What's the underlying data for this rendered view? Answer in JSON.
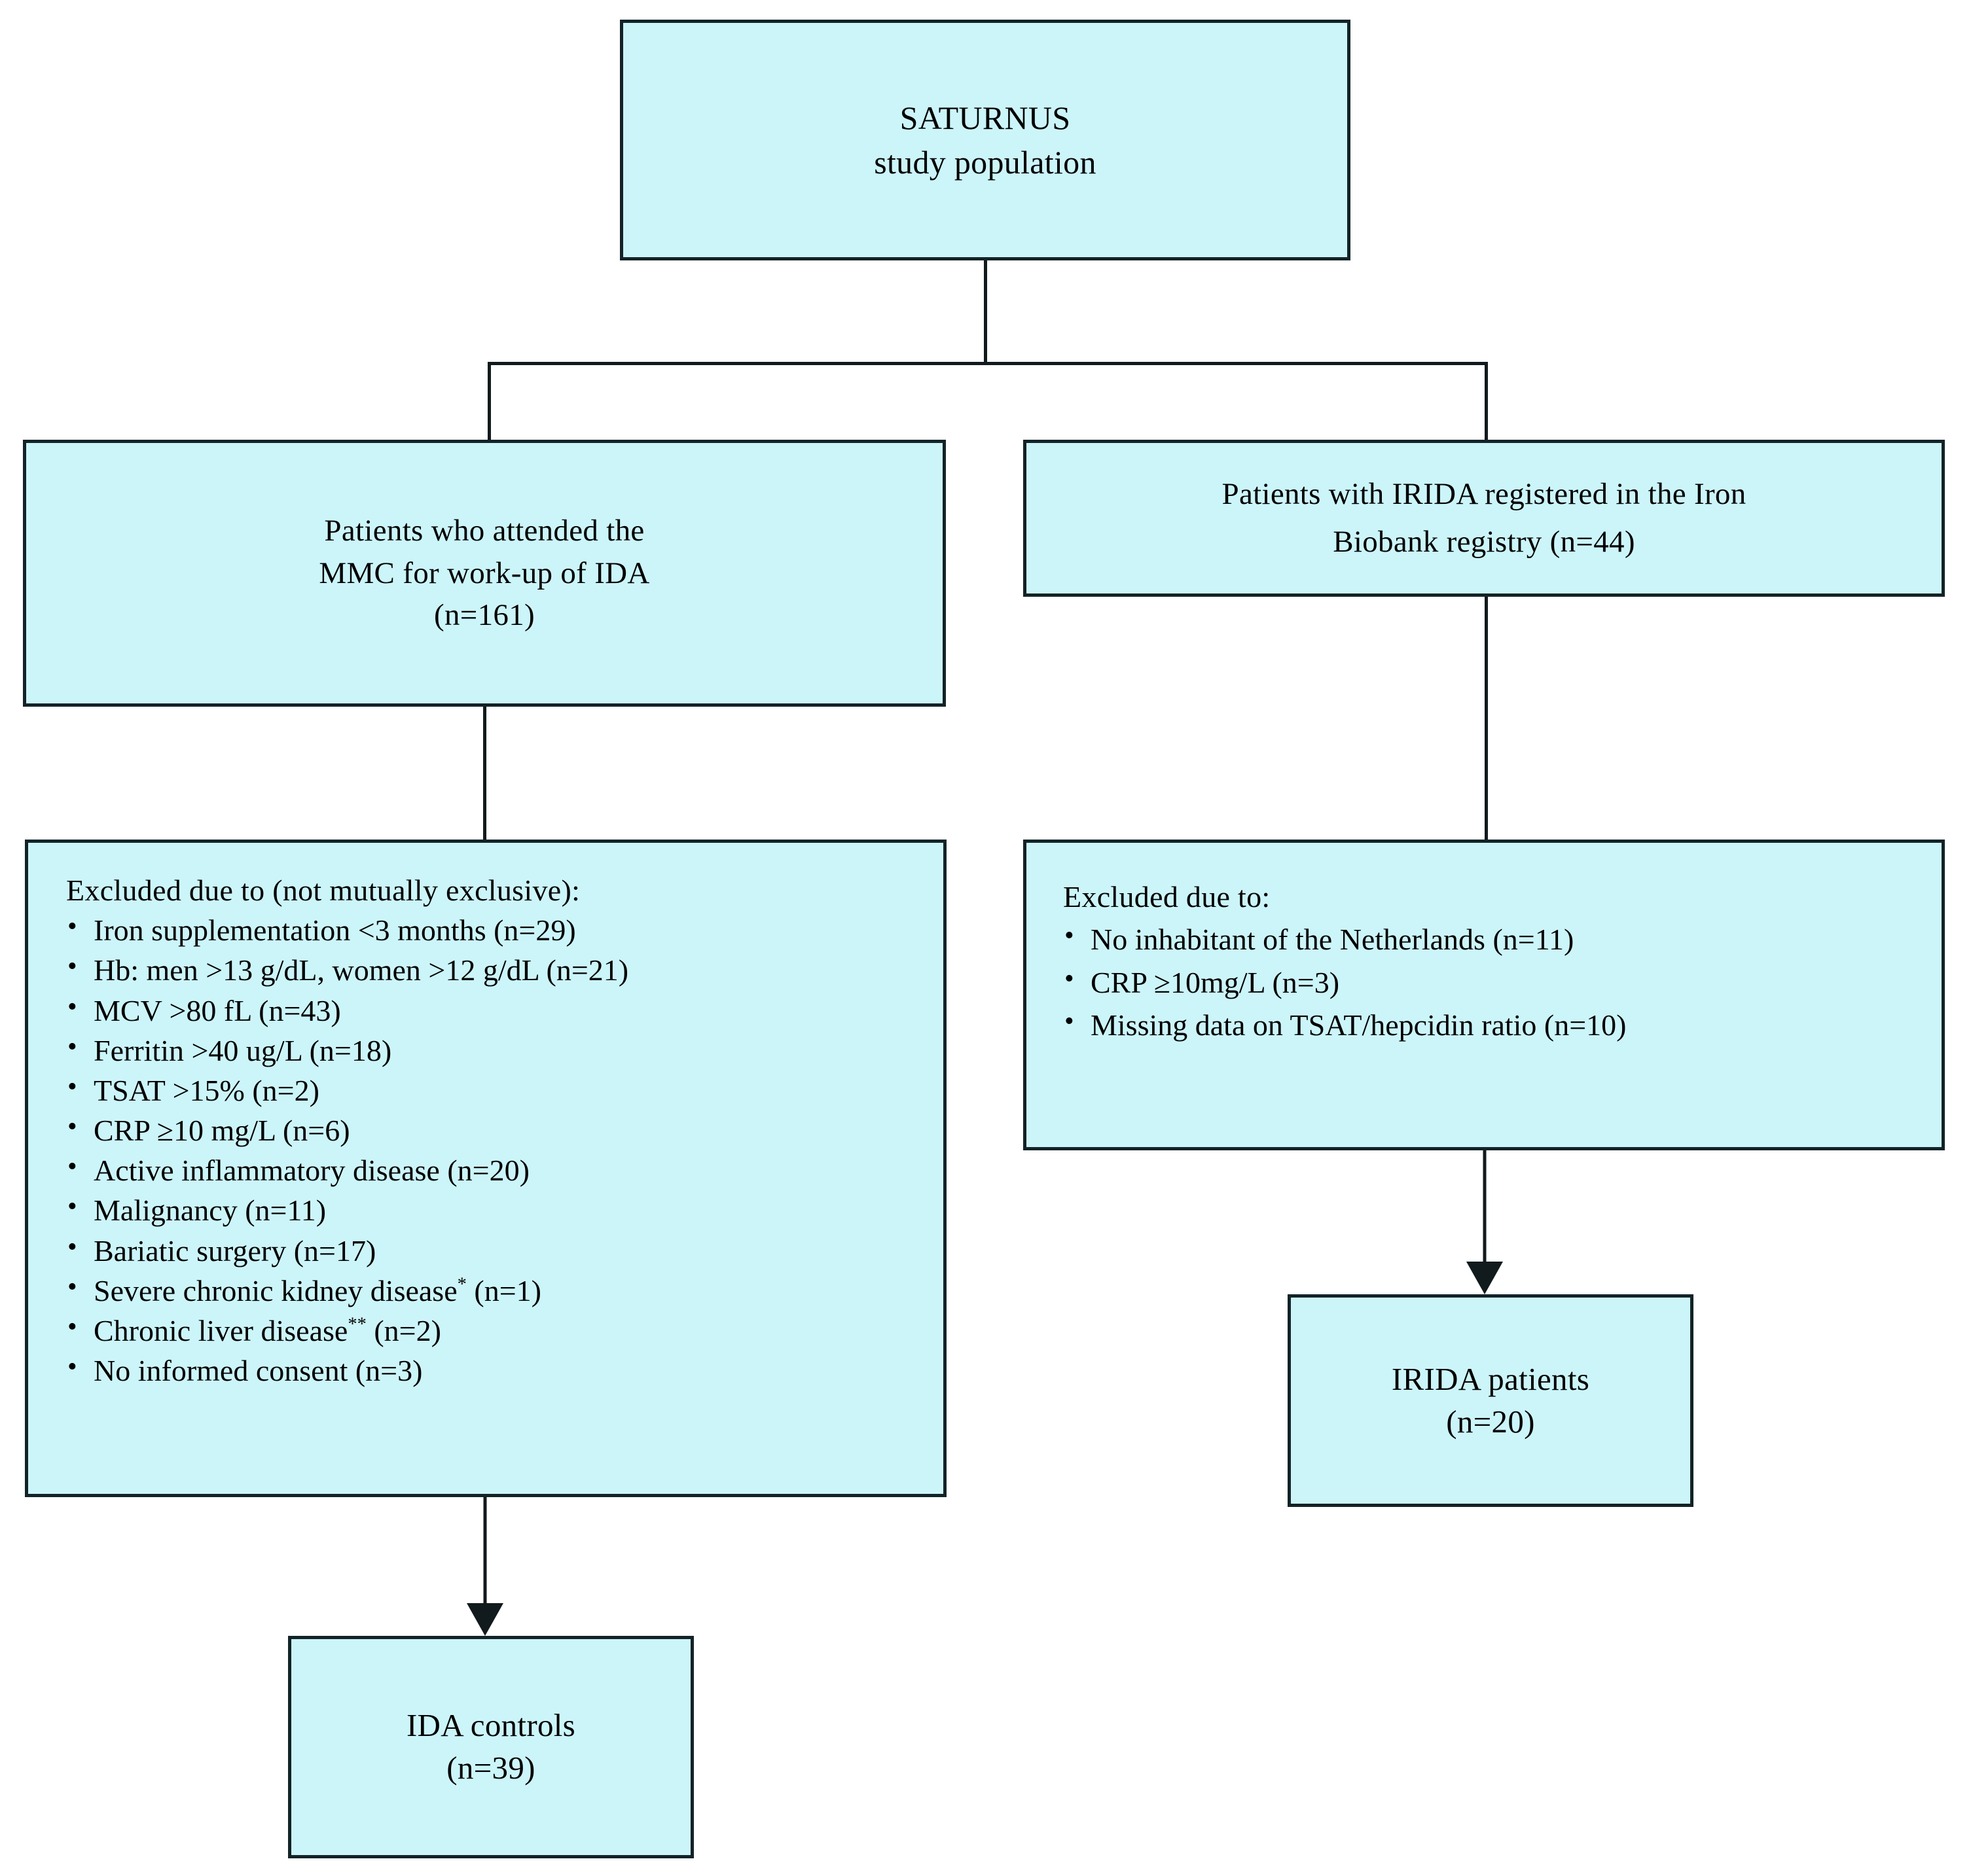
{
  "figure": {
    "type": "flowchart",
    "title": "Study population flow diagram",
    "box_fill_color": "#ccf5fa",
    "box_border_color": "#132327",
    "connector_color": "#111a1c",
    "background_color": "#ffffff"
  },
  "nodes": {
    "root": {
      "name": "SATURNUS study population",
      "lines": [
        "SATURNUS",
        "study population"
      ]
    },
    "mmc": {
      "name": "Patients attending MMC for IDA work-up",
      "lines": [
        "Patients who attended the",
        "MMC for work-up of IDA",
        "(n=161)"
      ],
      "n": 161
    },
    "irida_registry": {
      "name": "Patients with IRIDA in Iron Biobank registry",
      "lines": [
        "Patients with IRIDA registered in the Iron",
        "Biobank registry (n=44)"
      ],
      "n": 44
    },
    "excluded_left": {
      "heading": "Excluded due to (not mutually exclusive):",
      "items": [
        {
          "label": "Iron supplementation <3 months (n=29)",
          "n": 29
        },
        {
          "label": "Hb: men >13 g/dL, women >12 g/dL (n=21)",
          "n": 21
        },
        {
          "label": "MCV >80 fL (n=43)",
          "n": 43
        },
        {
          "label": "Ferritin >40 ug/L (n=18)",
          "n": 18
        },
        {
          "label": "TSAT >15% (n=2)",
          "n": 2
        },
        {
          "label": "CRP ≥10 mg/L (n=6)",
          "n": 6
        },
        {
          "label": "Active inflammatory disease (n=20)",
          "n": 20
        },
        {
          "label": "Malignancy (n=11)",
          "n": 11
        },
        {
          "label": "Bariatic surgery (n=17)",
          "n": 17
        },
        {
          "label": "Severe chronic kidney disease* (n=1)",
          "n": 1,
          "marker": "*"
        },
        {
          "label": "Chronic liver disease** (n=2)",
          "n": 2,
          "marker": "**"
        },
        {
          "label": "No informed consent (n=3)",
          "n": 3
        }
      ]
    },
    "excluded_right": {
      "heading": "Excluded due to:",
      "items": [
        {
          "label": "No inhabitant of the Netherlands (n=11)",
          "n": 11
        },
        {
          "label": "CRP ≥10mg/L (n=3)",
          "n": 3
        },
        {
          "label": "Missing data  on TSAT/hepcidin ratio (n=10)",
          "n": 10
        }
      ]
    },
    "irida_patients": {
      "name": "IRIDA patients",
      "lines": [
        "IRIDA patients",
        "(n=20)"
      ],
      "n": 20
    },
    "ida_controls": {
      "name": "IDA controls",
      "lines": [
        "IDA controls",
        "(n=39)"
      ],
      "n": 39
    }
  }
}
